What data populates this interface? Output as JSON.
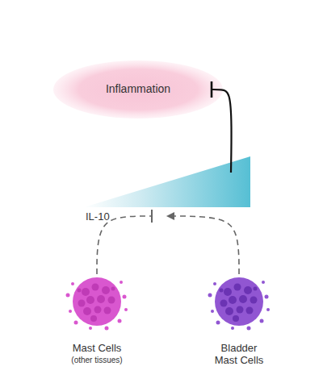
{
  "diagram": {
    "nodes": [
      {
        "text": [
          "Inflammation"
        ]
      },
      {
        "text": [
          "IL-10"
        ]
      },
      {
        "text": [
          "Mast Cells",
          "(other tissues)"
        ]
      },
      {
        "text": [
          "Bladder Mast Cells"
        ]
      }
    ],
    "edges": [
      {
        "from": 1,
        "to": 0,
        "arrow": "to"
      },
      {
        "from": 2,
        "to": 1,
        "arrow": "to"
      },
      {
        "from": 3,
        "to": 1,
        "arrow": "to"
      }
    ]
  }
}
